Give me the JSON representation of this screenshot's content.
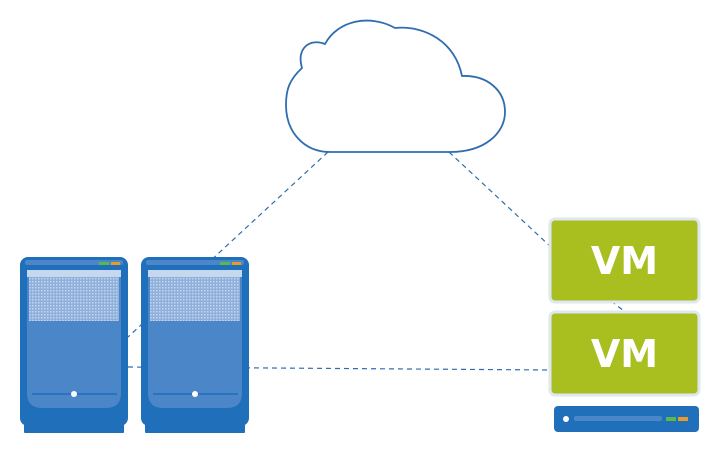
{
  "diagram": {
    "cloud": {
      "name": "cloud",
      "stroke_color": "#2f6cb0"
    },
    "servers": [
      {
        "name": "tower-server-1"
      },
      {
        "name": "tower-server-2"
      }
    ],
    "vms": [
      {
        "label": "VM"
      },
      {
        "label": "VM"
      }
    ],
    "host": {
      "name": "rack-host"
    },
    "colors": {
      "server_dark": "#1f6fba",
      "server_panel": "#4a86c8",
      "server_mesh": "#9dbbe0",
      "vm_fill": "#a8bf1f",
      "vm_border": "#dfe7f1",
      "vm_text": "#ffffff",
      "link_line": "#2f6cb0",
      "led_green": "#5cb84a",
      "led_orange": "#e99a2a"
    }
  }
}
